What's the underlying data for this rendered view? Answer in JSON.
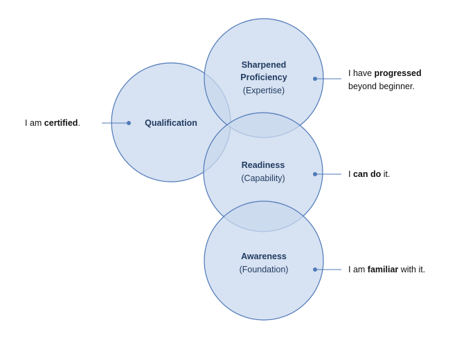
{
  "colors": {
    "circle_fill": "#c9d8ee",
    "circle_stroke": "#4e79b8",
    "dot": "#4e79b8",
    "connector": "#4e79b8",
    "label_text": "#1f3a5f"
  },
  "circles": {
    "qualification": {
      "title": "Qualification"
    },
    "proficiency": {
      "title_line1": "Sharpened",
      "title_line2": "Proficiency",
      "sub": "(Expertise)"
    },
    "readiness": {
      "title": "Readiness",
      "sub": "(Capability)"
    },
    "awareness": {
      "title": "Awareness",
      "sub": "(Foundation)"
    }
  },
  "statements": {
    "certified": {
      "pre": "I am ",
      "bold": "certified",
      "post": "."
    },
    "progressed": {
      "line1_pre": "I have ",
      "line1_bold": "progressed",
      "line2": "beyond beginner."
    },
    "can_do": {
      "pre": "I ",
      "bold": "can do",
      "post": " it."
    },
    "familiar": {
      "pre": "I am ",
      "bold": "familiar",
      "post": " with it."
    }
  }
}
